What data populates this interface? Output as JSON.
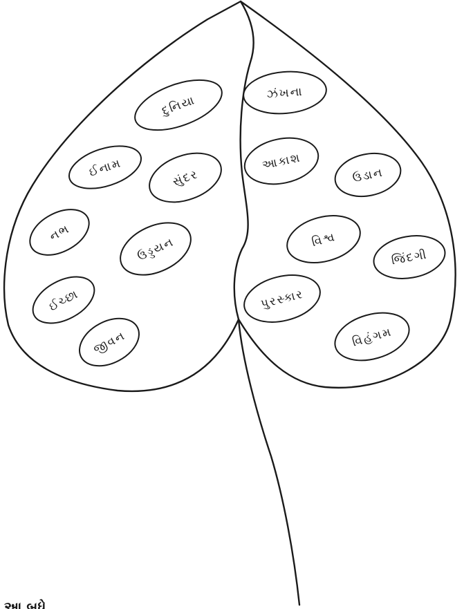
{
  "words": [
    {
      "id": "duniya",
      "text": "દુનિયા"
    },
    {
      "id": "inam",
      "text": "ઈનામ"
    },
    {
      "id": "sundar",
      "text": "સુંદર"
    },
    {
      "id": "nabh",
      "text": "નભ"
    },
    {
      "id": "uddayan",
      "text": "ઉડ્ડયન"
    },
    {
      "id": "ichchha",
      "text": "ઈચ્છા"
    },
    {
      "id": "jivan",
      "text": "જીવન"
    },
    {
      "id": "jankhna",
      "text": "ઝંખના"
    },
    {
      "id": "akash",
      "text": "આકાશ"
    },
    {
      "id": "udan",
      "text": "ઉડાન"
    },
    {
      "id": "vishva",
      "text": "વિશ્વ"
    },
    {
      "id": "zindagi",
      "text": "જિંદગી"
    },
    {
      "id": "puraskar",
      "text": "પુરસ્કાર"
    },
    {
      "id": "vihangam",
      "text": "વિહંગમ"
    }
  ],
  "footer_text": "આ બધે"
}
